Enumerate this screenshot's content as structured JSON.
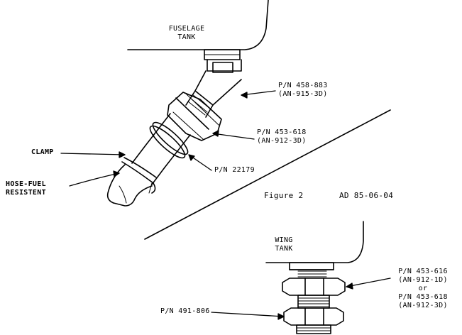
{
  "labels": {
    "fuselage_tank_line1": "FUSELAGE",
    "fuselage_tank_line2": "TANK",
    "pn_458_883": "P/N 458-883",
    "an_915_3d": "(AN-915-3D)",
    "pn_453_618_top": "P/N 453-618",
    "an_912_3d_top": "(AN-912-3D)",
    "clamp": "CLAMP",
    "pn_22179": "P/N 22179",
    "hose_line1": "HOSE-FUEL",
    "hose_line2": "RESISTENT",
    "figure": "Figure 2",
    "ad_number": "AD 85-06-04",
    "wing_tank_line1": "WING",
    "wing_tank_line2": "TANK",
    "pn_453_616": "P/N 453-616",
    "an_912_1d": "(AN-912-1D)",
    "or": "or",
    "pn_453_618_bottom": "P/N 453-618",
    "an_912_3d_bottom": "(AN-912-3D)",
    "pn_491_806": "P/N 491-806"
  },
  "colors": {
    "ink": "#000000",
    "paper": "#ffffff"
  }
}
